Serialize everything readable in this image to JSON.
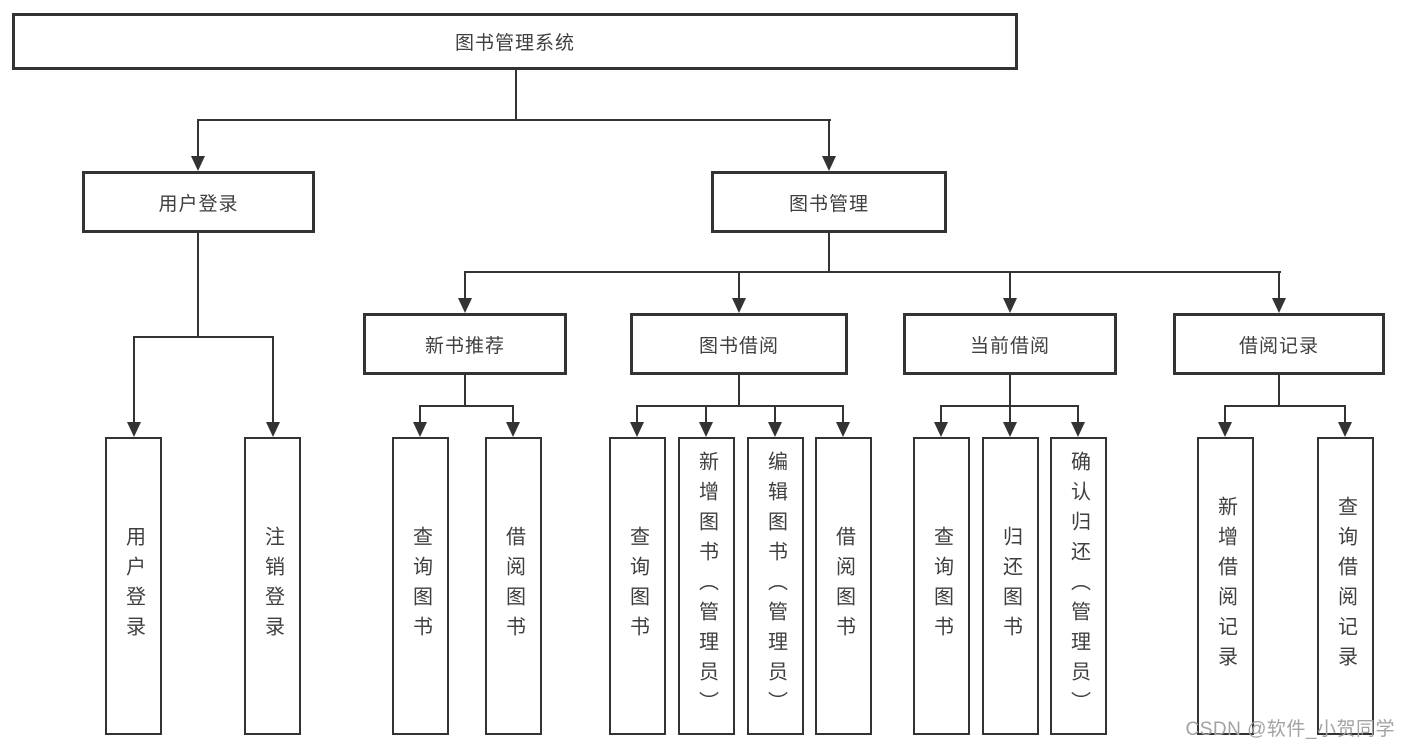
{
  "diagram": {
    "title": "图书管理系统",
    "branches": [
      {
        "label": "用户登录",
        "children": [
          {
            "label": "用户登录"
          },
          {
            "label": "注销登录"
          }
        ]
      },
      {
        "label": "图书管理",
        "children": [
          {
            "label": "新书推荐",
            "children": [
              {
                "label": "查询图书"
              },
              {
                "label": "借阅图书"
              }
            ]
          },
          {
            "label": "图书借阅",
            "children": [
              {
                "label": "查询图书"
              },
              {
                "label": "新增图书（管理员）"
              },
              {
                "label": "编辑图书（管理员）"
              },
              {
                "label": "借阅图书"
              }
            ]
          },
          {
            "label": "当前借阅",
            "children": [
              {
                "label": "查询图书"
              },
              {
                "label": "归还图书"
              },
              {
                "label": "确认归还（管理员）"
              }
            ]
          },
          {
            "label": "借阅记录",
            "children": [
              {
                "label": "新增借阅记录"
              },
              {
                "label": "查询借阅记录"
              }
            ]
          }
        ]
      }
    ]
  },
  "watermark": {
    "text": "CSDN @软件_小贺同学"
  },
  "colors": {
    "line": "#333333",
    "text": "#3f3f3f",
    "watermark": "#a3a3a3",
    "background": "#ffffff"
  }
}
